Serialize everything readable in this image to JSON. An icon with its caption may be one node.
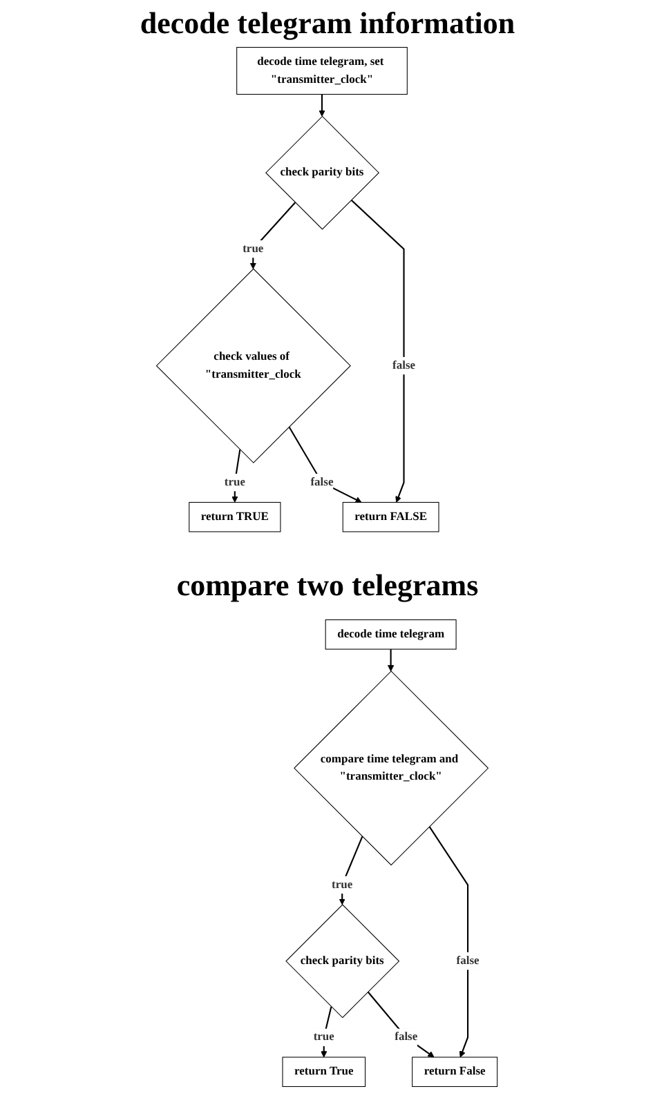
{
  "diagram": {
    "nodes": [
      {
        "text": [
          "decode time telegram, set \"transmitter_clock\""
        ]
      },
      {
        "text": [
          "check parity bits"
        ]
      },
      {
        "text": [
          "check values of \"transmitter_clock"
        ]
      },
      {
        "text": [
          "return TRUE"
        ]
      },
      {
        "text": [
          "return FALSE"
        ]
      },
      {
        "text": [
          "decode time telegram"
        ]
      },
      {
        "text": [
          "compare time telegram and \"transmitter_clock\""
        ]
      },
      {
        "text": [
          "check parity bits"
        ]
      },
      {
        "text": [
          "return True"
        ]
      },
      {
        "text": [
          "return False"
        ]
      }
    ],
    "edges": [
      {
        "from": 0,
        "to": 1,
        "arrow": "to"
      },
      {
        "from": 1,
        "to": 4,
        "arrow": "to",
        "label": "false"
      },
      {
        "from": 1,
        "to": 2,
        "arrow": "to",
        "label": "true"
      },
      {
        "from": 2,
        "to": 3,
        "arrow": "to",
        "label": "true"
      },
      {
        "from": 2,
        "to": 4,
        "arrow": "to",
        "label": "false"
      },
      {
        "from": 5,
        "to": 6,
        "arrow": "to"
      },
      {
        "from": 6,
        "to": 9,
        "arrow": "to",
        "label": "false"
      },
      {
        "from": 6,
        "to": 7,
        "arrow": "to",
        "label": "true"
      },
      {
        "from": 7,
        "to": 8,
        "arrow": "to",
        "label": "true"
      },
      {
        "from": 7,
        "to": 9,
        "arrow": "to",
        "label": "false"
      }
    ],
    "labels": [
      "decode telegram information",
      "compare two telegrams"
    ]
  }
}
